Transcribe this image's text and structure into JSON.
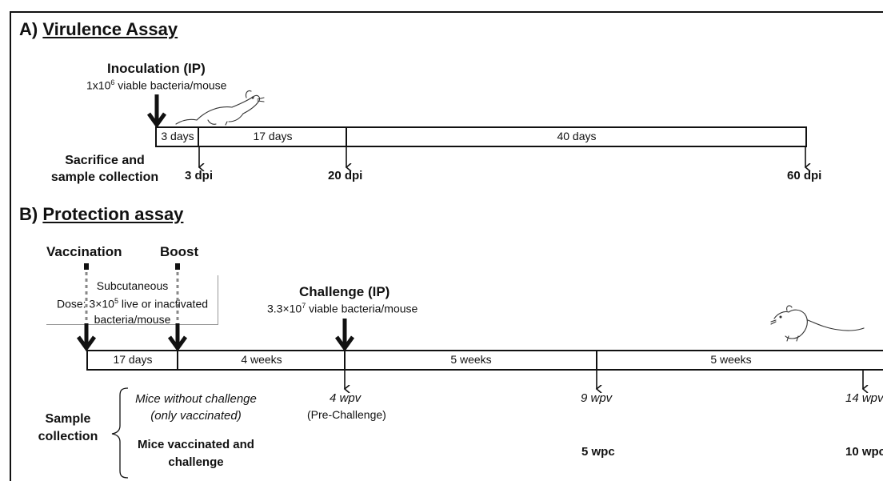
{
  "section_a": {
    "title_prefix": "A)",
    "title": "Virulence Assay",
    "inoculation_label": "Inoculation (IP)",
    "dose_pre": "1x10",
    "dose_exp": "6",
    "dose_post": " viable bacteria/mouse",
    "segments": [
      "3 days",
      "17 days",
      "40 days"
    ],
    "sacrifice_line1": "Sacrifice and",
    "sacrifice_line2": "sample collection",
    "points": [
      "3 dpi",
      "20 dpi",
      "60 dpi"
    ]
  },
  "section_b": {
    "title_prefix": "B)",
    "title": "Protection assay",
    "vaccination_label": "Vaccination",
    "boost_label": "Boost",
    "route": "Subcutaneous",
    "dose_pre": "Dose: 3×10",
    "dose_exp": "5",
    "dose_post": " live or inactivated",
    "dose_line3": "bacteria/mouse",
    "challenge_label": "Challenge (IP)",
    "challenge_dose_pre": "3.3×10",
    "challenge_dose_exp": "7",
    "challenge_dose_post": " viable bacteria/mouse",
    "segments": [
      "17 days",
      "4 weeks",
      "5 weeks",
      "5 weeks"
    ],
    "sample_collection_line1": "Sample",
    "sample_collection_line2": "collection",
    "group1_line1": "Mice without challenge",
    "group1_line2": "(only vaccinated)",
    "group2_line1": "Mice vaccinated  and",
    "group2_line2": "challenge",
    "wpv_points": [
      "4 wpv",
      "9 wpv",
      "14 wpv"
    ],
    "pre_challenge": "(Pre-Challenge)",
    "wpc_points": [
      "5 wpc",
      "10 wpc"
    ]
  }
}
